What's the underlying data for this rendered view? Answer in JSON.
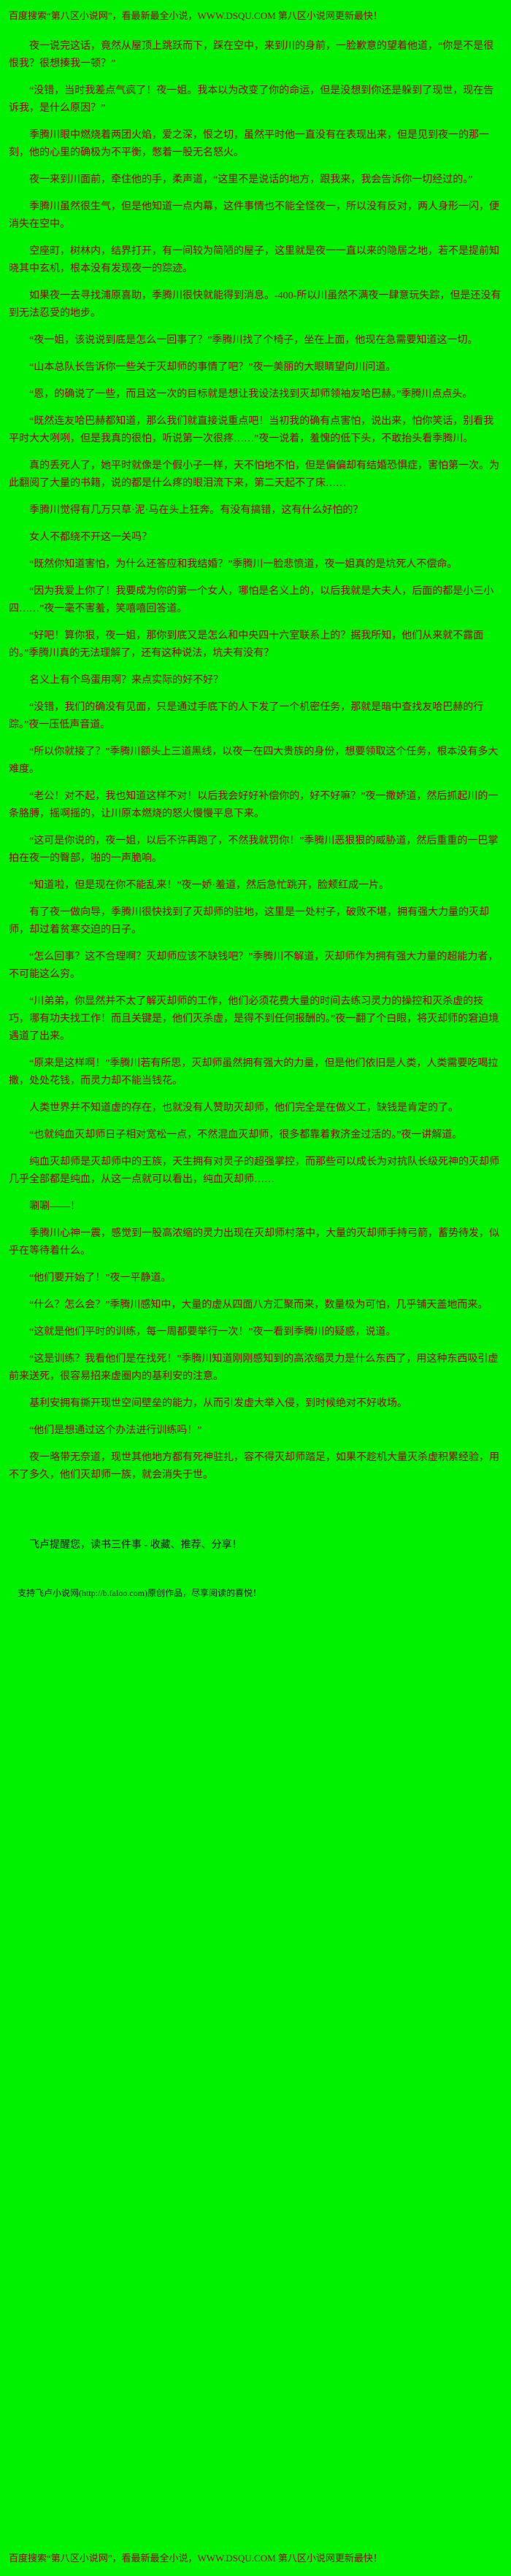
{
  "colors": {
    "background": "#00f200",
    "body_text": "#9b0000",
    "notice_text": "#151515"
  },
  "header_banner": {
    "text": "百度搜索“第八区小说网”，看最新最全小说，WWW.DSQU.COM  第八区小说网更新最快！"
  },
  "paragraphs": [
    "夜一说完这话，竟然从屋顶上跳跃而下，踩在空中，来到川的身前，一脸歉意的望着他道，“你是不是很恨我？很想揍我一顿？”",
    "“没错，当时我差点气疯了！夜一姐。我本以为改变了你的命运，但是没想到你还是躲到了现世，现在告诉我，是什么原因？”",
    "季腾川眼中燃烧着两团火焰，爱之深，恨之切，虽然平时他一直没有在表现出来，但是见到夜一的那一刻，他的心里的确极为不平衡，憋着一股无名怒火。",
    "夜一来到川面前，牵住他的手，柔声道，“这里不是说话的地方，跟我来，我会告诉你一切经过的。”",
    "季腾川虽然很生气，但是他知道一点内幕，这件事情也不能全怪夜一，所以没有反对，两人身形一闪，便消失在空中。",
    "空座町，树林内，结界打开，有一间较为简陋的屋子，这里就是夜一一直以来的隐居之地，若不是提前知晓其中玄机，根本没有发现夜一的踪迹。",
    "如果夜一去寻找浦原喜助，季腾川很快就能得到消息。-400-所以川虽然不满夜一肆意玩失踪，但是还没有到无法忍受的地步。",
    "“夜一姐，该说说到底是怎么一回事了？”季腾川找了个椅子，坐在上面，他现在急需要知道这一切。",
    "“山本总队长告诉你一些关于灭却师的事情了吧？”夜一美丽的大眼睛望向川问道。",
    "“恩，的确说了一些，而且这一次的目标就是想让我设法找到灭却师领袖友哈巴赫。”季腾川点点头。",
    "“既然连友哈巴赫都知道，那么我们就直接说重点吧！当初我的确有点害怕，说出来，怕你笑话，别看我平时大大咧咧，但是我真的很怕，听说第一次很疼……”夜一说着，羞愧的低下头，不敢抬头看季腾川。",
    "真的丢死人了，她平时就像是个假小子一样，天不怕地不怕，但是偏偏却有结婚恐惧症，害怕第一次。为此翻阅了大量的书籍，说的都是什么疼的眼泪流下来，第二天起不了床……",
    "季腾川觉得有几万只草·泥·马在头上狂奔。有没有搞错，这有什么好怕的？",
    "女人不都绕不开这一关吗？",
    "“既然你知道害怕，为什么还答应和我结婚？”季腾川一脸悲愤道，夜一姐真的是坑死人不偿命。",
    "“因为我爱上你了！我要成为你的第一个女人，哪怕是名义上的，以后我就是大夫人，后面的都是小三小四……”夜一毫不害羞，笑嘻嘻回答道。",
    "“好吧！算你狠，夜一姐，那你到底又是怎么和中央四十六室联系上的？据我所知，他们从来就不露面的。”季腾川真的无法理解了，还有这种说法，坑夫有没有？",
    "名义上有个鸟蛋用啊？来点实际的好不好？",
    "“没错，我们的确没有见面，只是通过手底下的人下发了一个机密任务，那就是暗中查找友哈巴赫的行踪。”夜一压低声音道。",
    "“所以你就接了？”季腾川额头上三道黑线，以夜一在四大贵族的身份，想要领取这个任务，根本没有多大难度。",
    "“老公！对不起，我也知道这样不对！以后我会好好补偿你的，好不好嘛？”夜一撒娇道，然后抓起川的一条胳膊，摇啊摇的，让川原本燃烧的怒火慢慢平息下来。",
    "“这可是你说的，夜一姐，以后不许再跑了，不然我就罚你！”季腾川恶狠狠的威胁道，然后重重的一巴掌拍在夜一的臀部，啪的一声脆响。",
    "“知道啦，但是现在你不能乱来！”夜一娇·羞道，然后急忙跳开，脸颊红成一片。",
    "有了夜一做向导，季腾川很快找到了灭却师的驻地，这里是一处村子，破败不堪，拥有强大力量的灭却师，却过着贫寒交迫的日子。",
    "“怎么回事？这不合理啊？灭却师应该不缺钱吧？”季腾川不解道，灭却师作为拥有强大力量的超能力者，不可能这么穷。",
    "“川弟弟，你显然并不太了解灭却师的工作，他们必须花费大量的时间去练习灵力的操控和灭杀虚的技巧，哪有功夫找工作！而且关键是，他们灭杀虚，是得不到任何报酬的。”夜一翻了个白眼，将灭却师的窘迫境遇道了出来。",
    "“原来是这样啊！”季腾川若有所思，灭却师虽然拥有强大的力量，但是他们依旧是人类，人类需要吃喝拉撒，处处花钱，而灵力却不能当钱花。",
    "人类世界并不知道虚的存在，也就没有人赞助灭却师，他们完全是在做义工，缺钱是肯定的了。",
    "“也就纯血灭却师日子相对宽松一点，不然混血灭却师，很多都靠着救济金过活的。”夜一讲解道。",
    "纯血灭却师是灭却师中的王族，天生拥有对灵子的超强掌控，而那些可以成长为对抗队长级死神的灭却师几乎全部都是纯血，从这一点就可以看出，纯血灭却师……",
    "唰唰——！",
    "季腾川心神一震，感觉到一股高浓缩的灵力出现在灭却师村落中，大量的灭却师手持弓箭，蓄势待发，似乎在等待着什么。",
    "“他们要开始了！”夜一平静道。",
    "“什么？怎么会？”季腾川感知中，大量的虚从四面八方汇聚而来，数量极为可怕，几乎铺天盖地而来。",
    "“这就是他们平时的训练，每一周都要举行一次！”夜一看到季腾川的疑惑，说道。",
    "“这是训练？我看他们是在找死！”季腾川知道刚刚感知到的高浓缩灵力是什么东西了，用这种东西吸引虚前来送死，很容易招来虚圈内的基利安的注意。",
    "基利安拥有撕开现世空间壁垒的能力，从而引发虚大举入侵，到时候绝对不好收场。",
    "“他们是想通过这个办法进行训练吗！”",
    "夜一略带无奈道，现世其他地方都有死神驻扎，容不得灭却师踏足，如果不趁机大量灭杀虚积累经验，用不了多久，他们灭却师一族，就会消失于世。"
  ],
  "footer_notes": {
    "reminder": "飞卢提醒您，读书三件事 - 收藏、推荐、分享！",
    "support": "支持飞卢小说网(http://b.faloo.com)原创作品，尽享阅读的喜悦！"
  },
  "bottom_banner": {
    "text": "百度搜索“第八区小说网”，看最新最全小说，WWW.DSQU.COM  第八区小说网更新最快！"
  }
}
